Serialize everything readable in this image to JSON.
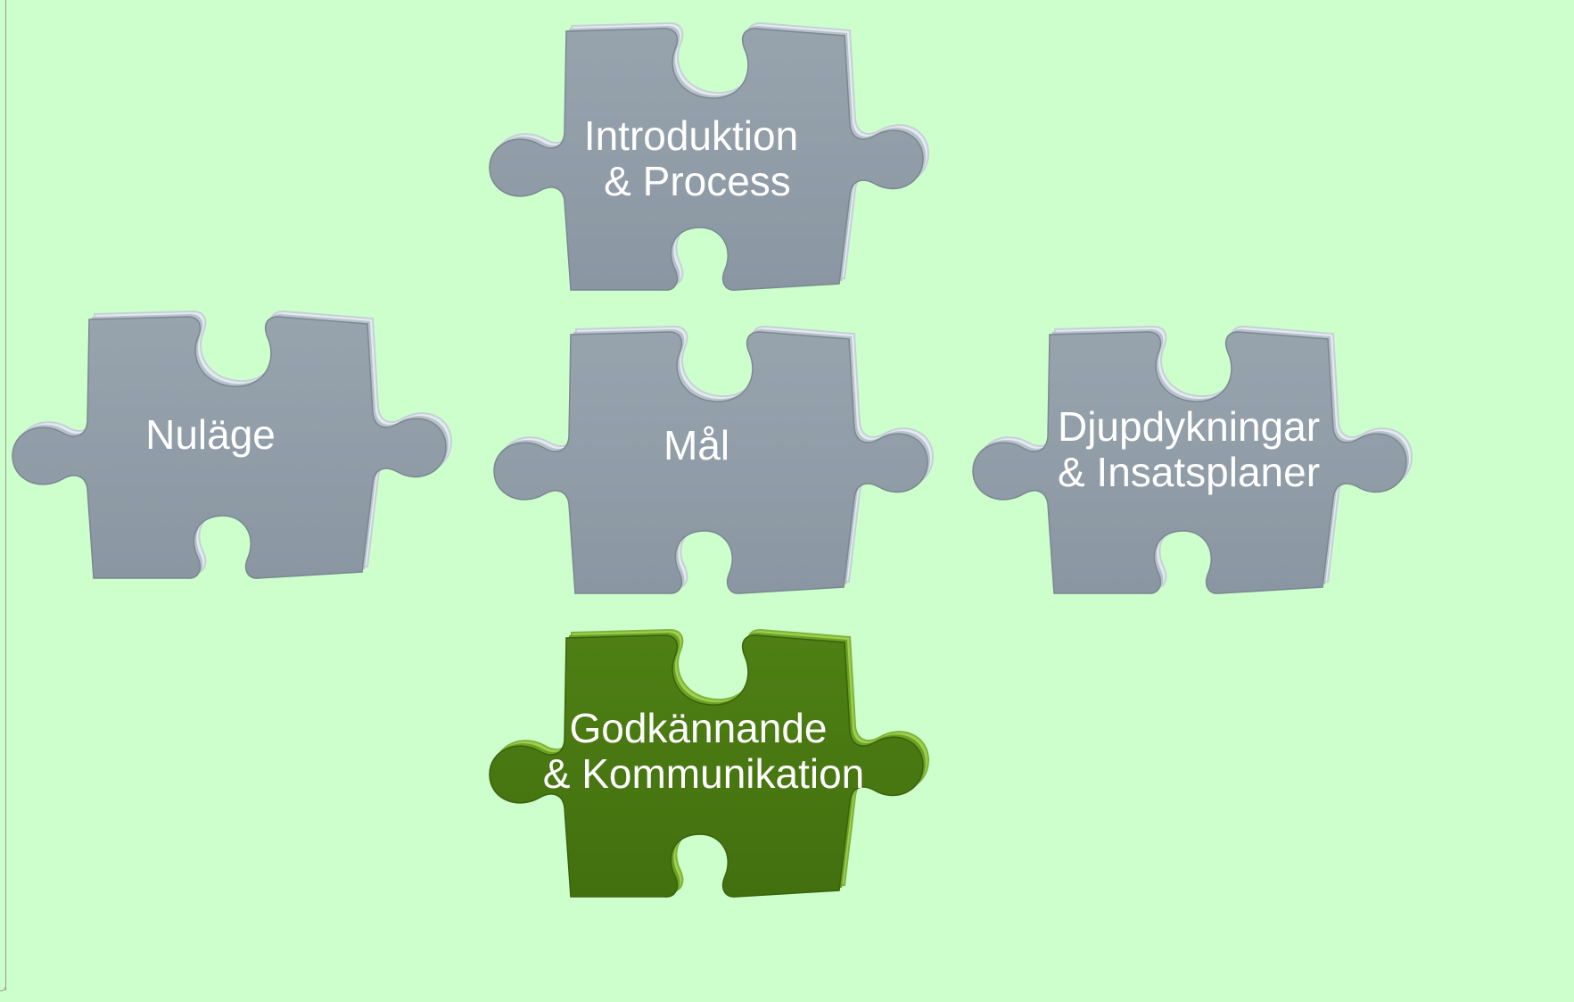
{
  "pieces": [
    {
      "id": "introduktion",
      "lines": [
        "Introduktion",
        "& Process"
      ],
      "color": "gray"
    },
    {
      "id": "nulage",
      "lines": [
        "Nuläge"
      ],
      "color": "gray"
    },
    {
      "id": "mal",
      "lines": [
        "Mål"
      ],
      "color": "gray"
    },
    {
      "id": "djupdykningar",
      "lines": [
        "Djupdykningar",
        "& Insatsplaner"
      ],
      "color": "gray"
    },
    {
      "id": "godkannande",
      "lines": [
        "Godkännande",
        "& Kommunikation"
      ],
      "color": "green"
    }
  ],
  "colors": {
    "background": "#ccffcc",
    "gray_face": "#8e9ba6",
    "gray_edge": "#dfe6ec",
    "gray_shadow": "#a8b3bc",
    "green_face": "#4a7a12",
    "green_edge": "#8cc63f",
    "green_shadow": "#5f9a1c",
    "label": "#ffffff"
  }
}
